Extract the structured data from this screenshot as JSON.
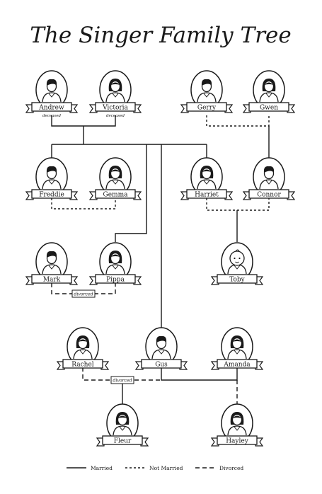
{
  "title": "The Singer Family Tree",
  "people": [
    {
      "id": "andrew",
      "name": "Andrew",
      "gender": "male",
      "note": "deceased"
    },
    {
      "id": "victoria",
      "name": "Victoria",
      "gender": "female",
      "note": "deceased"
    },
    {
      "id": "gerry",
      "name": "Gerry",
      "gender": "male"
    },
    {
      "id": "gwen",
      "name": "Gwen",
      "gender": "female"
    },
    {
      "id": "freddie",
      "name": "Freddie",
      "gender": "male"
    },
    {
      "id": "gemma",
      "name": "Gemma",
      "gender": "female"
    },
    {
      "id": "harriet",
      "name": "Harriet",
      "gender": "female"
    },
    {
      "id": "connor",
      "name": "Connor",
      "gender": "male"
    },
    {
      "id": "mark",
      "name": "Mark",
      "gender": "male"
    },
    {
      "id": "pippa",
      "name": "Pippa",
      "gender": "female"
    },
    {
      "id": "toby",
      "name": "Toby",
      "gender": "baby"
    },
    {
      "id": "rachel",
      "name": "Rachel",
      "gender": "female"
    },
    {
      "id": "gus",
      "name": "Gus",
      "gender": "male"
    },
    {
      "id": "amanda",
      "name": "Amanda",
      "gender": "female"
    },
    {
      "id": "fleur",
      "name": "Fleur",
      "gender": "female"
    },
    {
      "id": "hayley",
      "name": "Hayley",
      "gender": "female"
    }
  ],
  "relations": [
    {
      "a": "andrew",
      "b": "victoria",
      "type": "married"
    },
    {
      "a": "gerry",
      "b": "gwen",
      "type": "not_married"
    },
    {
      "a": "freddie",
      "b": "gemma",
      "type": "not_married"
    },
    {
      "a": "harriet",
      "b": "connor",
      "type": "not_married"
    },
    {
      "a": "mark",
      "b": "pippa",
      "type": "divorced",
      "label": "divorced"
    },
    {
      "a": "rachel",
      "b": "gus",
      "type": "divorced",
      "label": "divorced"
    },
    {
      "a": "gus",
      "b": "amanda",
      "type": "married"
    }
  ],
  "legend": [
    {
      "type": "married",
      "label": "Married"
    },
    {
      "type": "not_married",
      "label": "Not Married"
    },
    {
      "type": "divorced",
      "label": "Divorced"
    }
  ],
  "colors": {
    "ink": "#1a1a1a",
    "paper": "#ffffff"
  }
}
